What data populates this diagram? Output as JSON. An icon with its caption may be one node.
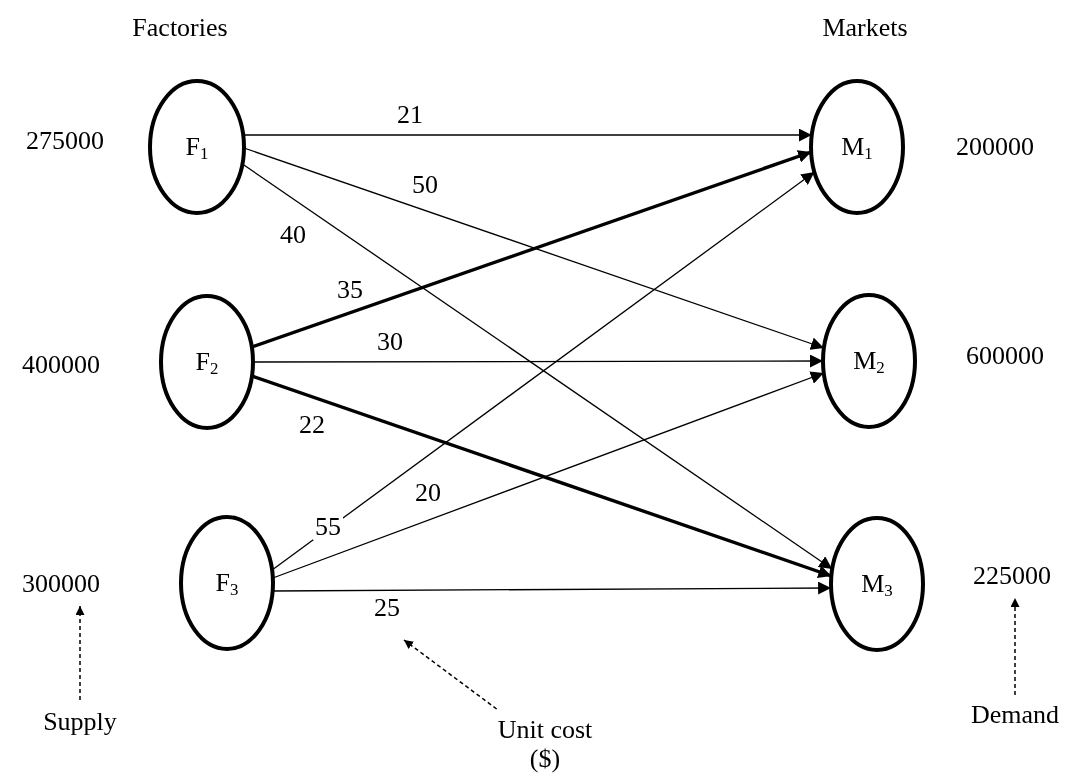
{
  "diagram": {
    "nodes": [
      {
        "text": [
          "F$_{1}$"
        ]
      },
      {
        "text": [
          "F$_{2}$"
        ]
      },
      {
        "text": [
          "F$_{3}$"
        ]
      },
      {
        "text": [
          "M$_{1}$"
        ]
      },
      {
        "text": [
          "M$_{2}$"
        ]
      },
      {
        "text": [
          "M$_{3}$"
        ]
      },
      {
        "text": [
          "275000"
        ]
      },
      {
        "text": [
          "400000"
        ]
      },
      {
        "text": [
          "300000"
        ]
      },
      {
        "text": [
          "200000"
        ]
      },
      {
        "text": [
          "600000"
        ]
      },
      {
        "text": [
          "225000"
        ]
      },
      {
        "text": [
          "Supply"
        ]
      },
      {
        "text": [
          "Unit cost ($)"
        ]
      },
      {
        "text": [
          "Demand"
        ]
      }
    ],
    "edges": [
      {
        "from": 0,
        "to": 3,
        "arrow": "to",
        "label": "21"
      },
      {
        "from": 0,
        "to": 4,
        "arrow": "to",
        "label": "50"
      },
      {
        "from": 0,
        "to": 5,
        "arrow": "to",
        "label": "40"
      },
      {
        "from": 1,
        "to": 3,
        "arrow": "to",
        "label": "35",
        "style": "thick"
      },
      {
        "from": 1,
        "to": 4,
        "arrow": "to",
        "label": "30"
      },
      {
        "from": 1,
        "to": 5,
        "arrow": "to",
        "label": "22",
        "style": "thick"
      },
      {
        "from": 2,
        "to": 3,
        "arrow": "to",
        "label": "55"
      },
      {
        "from": 2,
        "to": 4,
        "arrow": "to",
        "label": "20"
      },
      {
        "from": 2,
        "to": 5,
        "arrow": "to",
        "label": "25"
      },
      {
        "from": 12,
        "to": 8,
        "arrow": "to",
        "style": "dashed"
      },
      {
        "from": 13,
        "to": null,
        "arrow": "to",
        "style": "dashed"
      },
      {
        "from": 14,
        "to": 11,
        "arrow": "to",
        "style": "dashed"
      }
    ],
    "labels": [
      "Factories",
      "Markets"
    ]
  }
}
